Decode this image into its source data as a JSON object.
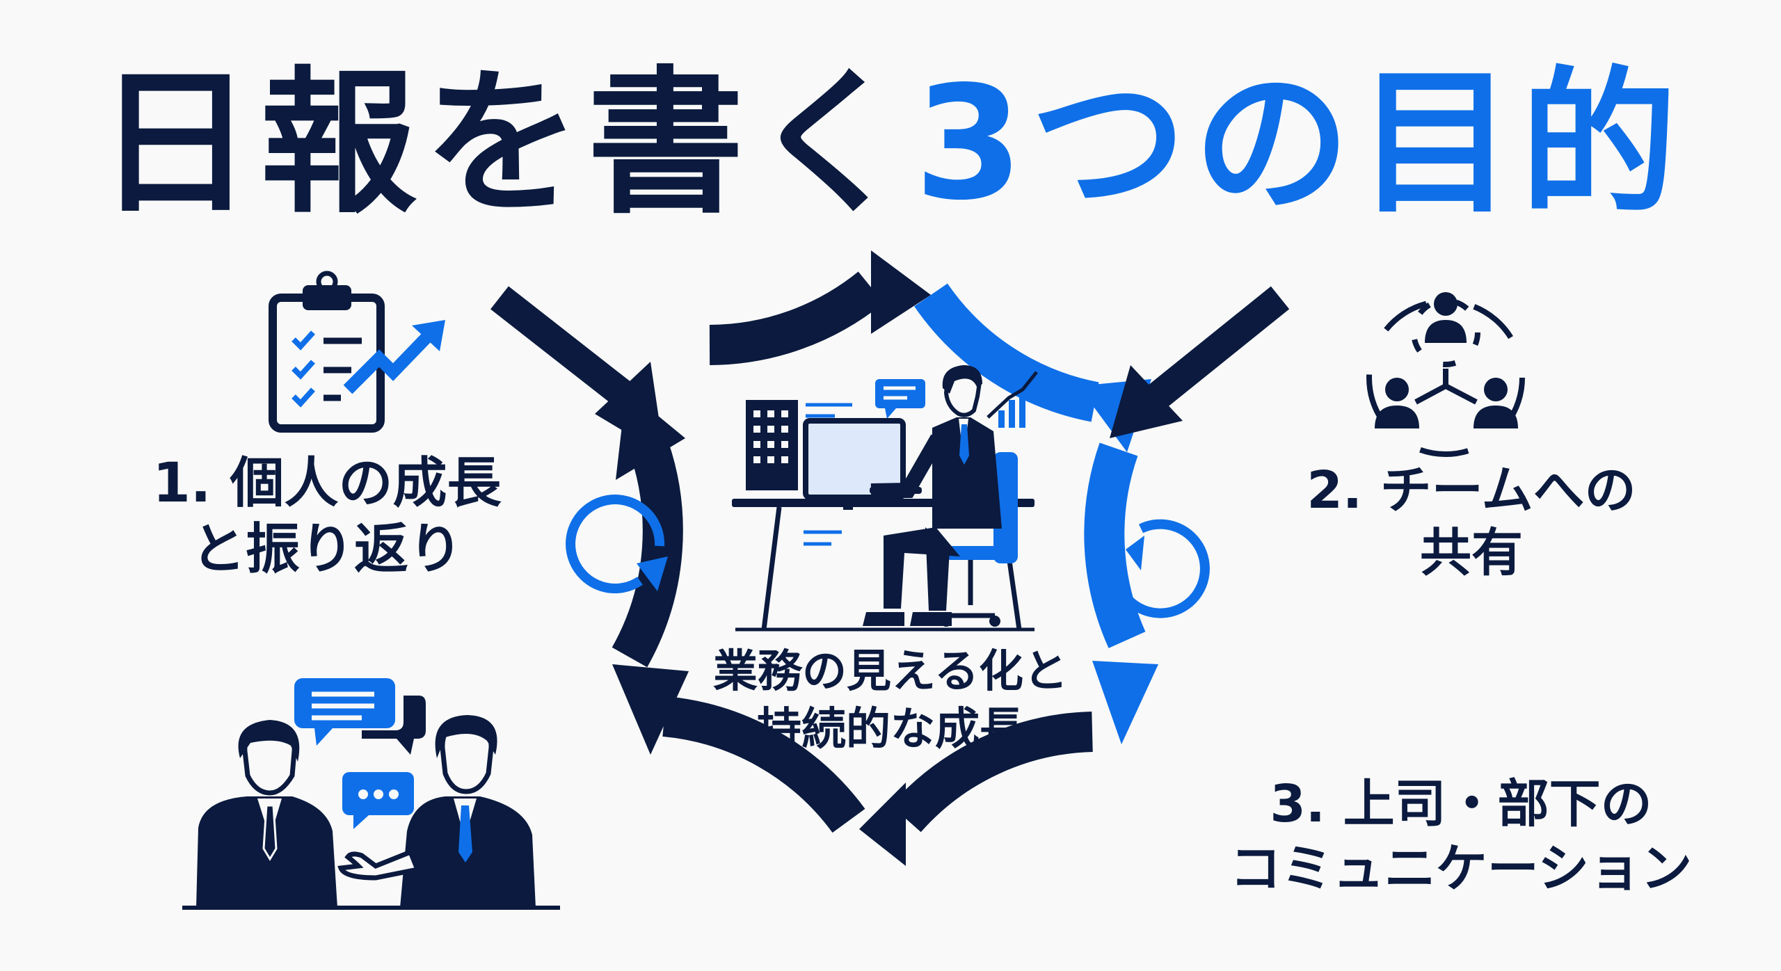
{
  "title": {
    "part1": "日報を書く",
    "part2": "3つの目的"
  },
  "center": {
    "line1": "業務の見える化と",
    "line2": "持続的な成長"
  },
  "purposes": [
    {
      "line1": "1. 個人の成長",
      "line2": "と振り返り"
    },
    {
      "line1": "2. チームへの",
      "line2": "共有"
    },
    {
      "line1": "3. 上司・部下の",
      "line2": "コミュニケーション"
    }
  ],
  "icons": {
    "purpose1": "clipboard-checklist-growth-icon",
    "purpose2": "team-network-icon",
    "purpose3": "boss-subordinate-conversation-icon",
    "center": "office-worker-at-desk-icon"
  },
  "colors": {
    "dark": "#0b1a3e",
    "blue": "#0f6fe8",
    "background": "#f8f9f8"
  }
}
